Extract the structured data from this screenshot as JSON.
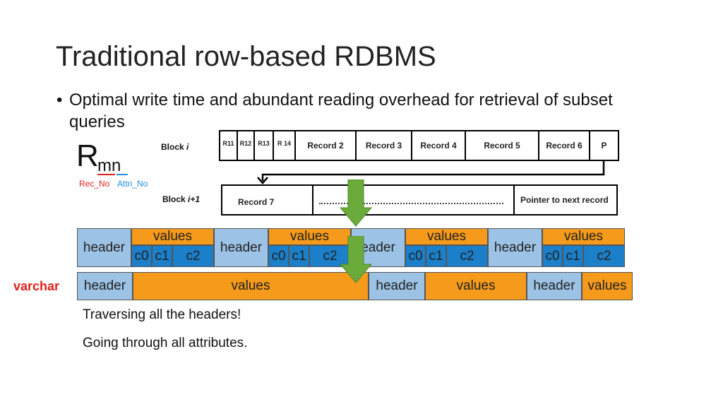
{
  "slide": {
    "title": "Traditional row-based RDBMS",
    "bullet": "Optimal write time and abundant reading overhead for retrieval of subset queries"
  },
  "notation": {
    "letter": "R",
    "subscript": "mn",
    "rec_label": "Rec_No",
    "attr_label": "Attri_No",
    "rec_color": "#e0201c",
    "attr_color": "#1f8fe0"
  },
  "block_i": {
    "label_prefix": "Block ",
    "label_var": "i",
    "cells": [
      "R11",
      "R12",
      "R13",
      "R 14",
      "Record 2",
      "Record 3",
      "Record 4",
      "Record 5",
      "Record 6",
      "P"
    ]
  },
  "block_i1": {
    "label_prefix": "Block ",
    "label_var": "i+1",
    "cells": [
      "Record 7",
      "",
      "Pointer to next record"
    ]
  },
  "fixed_row": {
    "groups": [
      {
        "header": "header",
        "values": "values",
        "cols": [
          "c0",
          "c1",
          "c2"
        ]
      },
      {
        "header": "header",
        "values": "values",
        "cols": [
          "c0",
          "c1",
          "c2"
        ]
      },
      {
        "header": "eader",
        "values": "values",
        "cols": [
          "c0",
          "c1",
          "c2"
        ]
      },
      {
        "header": "header",
        "values": "values",
        "cols": [
          "c0",
          "c1",
          "c2"
        ]
      }
    ]
  },
  "varchar_row": {
    "label": "varchar",
    "label_color": "#e0201c",
    "cells": [
      "header",
      "values",
      "header",
      "values",
      "header",
      "values"
    ]
  },
  "notes": [
    "Traversing all the headers!",
    "Going through all attributes."
  ],
  "colors": {
    "header_fill": "#9cc3e5",
    "values_fill": "#f59a1a",
    "columns_fill": "#1b7fc9",
    "arrow_fill": "#6aab3c"
  }
}
